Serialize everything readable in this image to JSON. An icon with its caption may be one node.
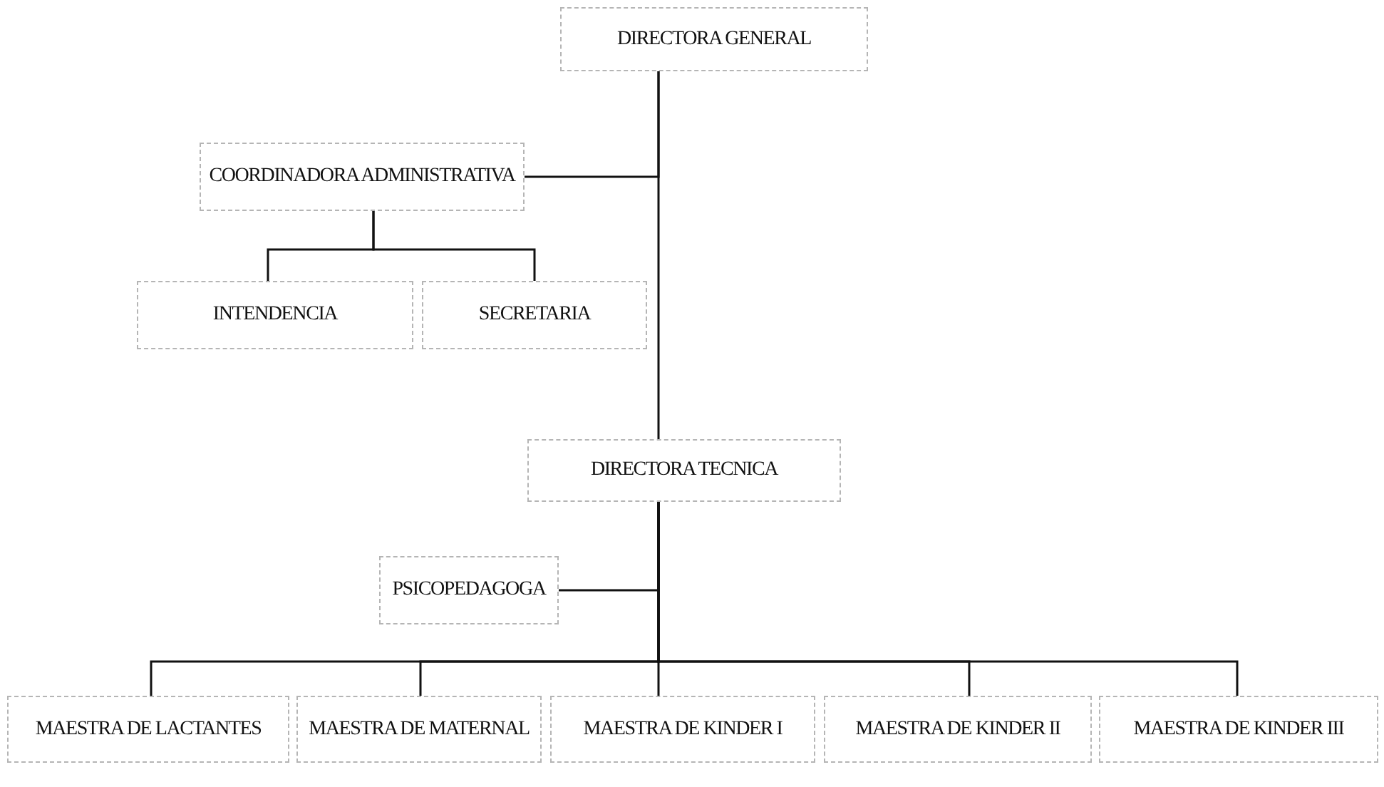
{
  "diagram": {
    "nodes": [
      {
        "text": [
          "DIRECTORA GENERAL"
        ]
      },
      {
        "text": [
          "COORDINADORA ADMINISTRATIVA"
        ]
      },
      {
        "text": [
          "INTENDENCIA"
        ]
      },
      {
        "text": [
          "SECRETARIA"
        ]
      },
      {
        "text": [
          "DIRECTORA TECNICA"
        ]
      },
      {
        "text": [
          "PSICOPEDAGOGA"
        ]
      },
      {
        "text": [
          "MAESTRA DE LACTANTES"
        ]
      },
      {
        "text": [
          "MAESTRA DE MATERNAL"
        ]
      },
      {
        "text": [
          "MAESTRA DE KINDER I"
        ]
      },
      {
        "text": [
          "MAESTRA DE KINDER II"
        ]
      },
      {
        "text": [
          "MAESTRA DE KINDER III"
        ]
      }
    ],
    "edges": [
      {
        "from": 0,
        "to": 1,
        "arrow": "none"
      },
      {
        "from": 0,
        "to": 4,
        "arrow": "none"
      },
      {
        "from": 1,
        "to": 2,
        "arrow": "none"
      },
      {
        "from": 1,
        "to": 3,
        "arrow": "none"
      },
      {
        "from": 4,
        "to": 5,
        "arrow": "none"
      },
      {
        "from": 4,
        "to": 6,
        "arrow": "none"
      },
      {
        "from": 4,
        "to": 7,
        "arrow": "none"
      },
      {
        "from": 4,
        "to": 8,
        "arrow": "none"
      },
      {
        "from": 4,
        "to": 9,
        "arrow": "none"
      },
      {
        "from": 4,
        "to": 10,
        "arrow": "none"
      }
    ]
  }
}
